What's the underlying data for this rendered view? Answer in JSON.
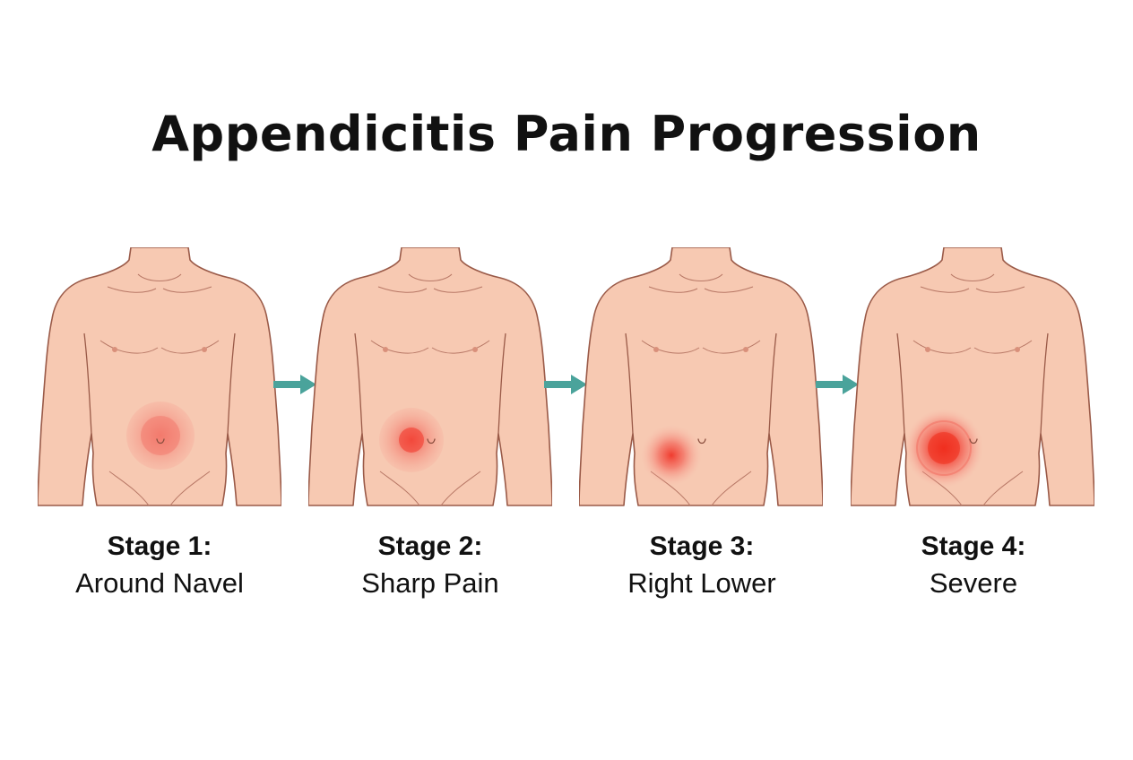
{
  "title": "Appendicitis Pain Progression",
  "colors": {
    "skin": "#f7c9b2",
    "skin_outline": "#9a5a48",
    "pain": "#f0483c",
    "arrow": "#4aa39b",
    "text": "#111111"
  },
  "stages": [
    {
      "label": "Stage 1:",
      "description": "Around Navel",
      "pain_intensity": 0.25
    },
    {
      "label": "Stage 2:",
      "description": "Sharp Pain",
      "pain_intensity": 0.5
    },
    {
      "label": "Stage 3:",
      "description": "Right Lower",
      "pain_intensity": 0.7
    },
    {
      "label": "Stage 4:",
      "description": "Severe",
      "pain_intensity": 1.0
    }
  ],
  "arrow_icon": "arrow-right-icon"
}
